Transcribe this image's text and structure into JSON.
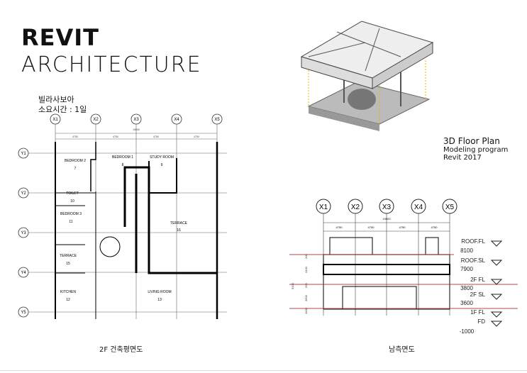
{
  "title": {
    "line1": "REVIT",
    "line2": "ARCHITECTURE"
  },
  "project": {
    "name": "빌라사보아",
    "duration": "소요시간 : 1일"
  },
  "plan": {
    "caption": "2F 건축평면도",
    "grid_x": [
      "X1",
      "X2",
      "X3",
      "X4",
      "X5"
    ],
    "grid_y": [
      "Y1",
      "Y2",
      "Y3",
      "Y4",
      "Y5"
    ],
    "span": "4750",
    "total": "19000",
    "rooms": [
      {
        "name": "BEDROOM 2",
        "num": "7"
      },
      {
        "name": "BEDROOM 1",
        "num": "8"
      },
      {
        "name": "STUDY ROOM",
        "num": "9"
      },
      {
        "name": "TOILET",
        "num": "10"
      },
      {
        "name": "BEDROOM 3",
        "num": "11"
      },
      {
        "name": "TERRACE",
        "num": "16"
      },
      {
        "name": "TERRACE",
        "num": "15"
      },
      {
        "name": "KITCHEN",
        "num": "12"
      },
      {
        "name": "LIVING ROOM",
        "num": "13"
      }
    ]
  },
  "floor3d": {
    "title": "3D Floor Plan",
    "line2": "Modeling program",
    "line3": "Revit 2017"
  },
  "elevation": {
    "caption": "남측면도",
    "grid": [
      "X1",
      "X2",
      "X3",
      "X4",
      "X5"
    ],
    "span": "4750",
    "total": "19000",
    "levels": [
      {
        "name": "ROOF.FL",
        "value": "8100"
      },
      {
        "name": "ROOF.SL",
        "value": "7900"
      },
      {
        "name": "2F FL",
        "value": "3800"
      },
      {
        "name": "2F SL",
        "value": "3600"
      },
      {
        "name": "1F FL",
        "value": ""
      },
      {
        "name": "FD",
        "value": "-1000"
      }
    ],
    "dims": [
      "200",
      "4100",
      "200",
      "3600",
      "1000",
      "9100"
    ]
  }
}
